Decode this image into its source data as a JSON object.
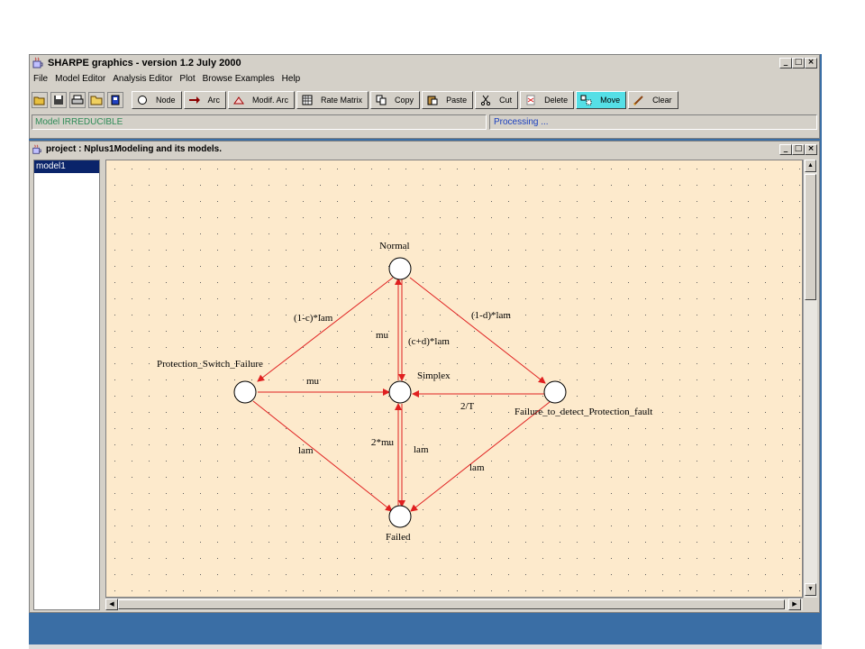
{
  "main_window": {
    "title": "SHARPE graphics  -  version 1.2  July 2000",
    "controls": {
      "minimize": "_",
      "maximize": "□",
      "close": "×"
    }
  },
  "menu": [
    "File",
    "Model Editor",
    "Analysis Editor",
    "Plot",
    "Browse Examples",
    "Help"
  ],
  "toolbar": {
    "file_tools": [
      "open-icon",
      "save-icon",
      "print-icon",
      "folder-icon",
      "book-icon"
    ],
    "buttons": [
      {
        "label": "Node",
        "icon": "circle-icon"
      },
      {
        "label": "Arc",
        "icon": "arrow-icon"
      },
      {
        "label": "Modif. Arc",
        "icon": "triangle-icon"
      },
      {
        "label": "Rate Matrix",
        "icon": "grid-icon"
      },
      {
        "label": "Copy",
        "icon": "copy-icon"
      },
      {
        "label": "Paste",
        "icon": "paste-icon"
      },
      {
        "label": "Cut",
        "icon": "scissors-icon"
      },
      {
        "label": "Delete",
        "icon": "delete-icon"
      },
      {
        "label": "Move",
        "icon": "move-icon"
      },
      {
        "label": "Clear",
        "icon": "clear-icon"
      }
    ],
    "active_button": "Move",
    "active_color": "#55dfe6"
  },
  "status": {
    "left": "Model IRREDUCIBLE",
    "right": "Processing ...",
    "left_color": "#2e8b57",
    "right_color": "#1a3fbf"
  },
  "project_window": {
    "title": "project : Nplus1Modeling and its models.",
    "models": [
      "model1"
    ]
  },
  "diagram": {
    "nodes": {
      "normal": "Normal",
      "psf": "Protection_Switch_Failure",
      "simplex": "Simplex",
      "fdpf": "Failure_to_detect_Protection_fault",
      "failed": "Failed"
    },
    "arcs": {
      "normal_psf": "(1-c)*lam",
      "normal_fdpf": "(1-d)*lam",
      "simplex_normal": "mu",
      "normal_simplex": "(c+d)*lam",
      "psf_simplex": "mu",
      "fdpf_simplex": "2/T",
      "psf_failed": "lam",
      "failed_simplex": "2*mu",
      "simplex_failed": "lam",
      "fdpf_failed": "lam"
    },
    "arc_color": "#e02020",
    "canvas_color": "#fdeacc"
  },
  "colors": {
    "desktop": "#3a6ea5",
    "selection": "#0a246a"
  }
}
